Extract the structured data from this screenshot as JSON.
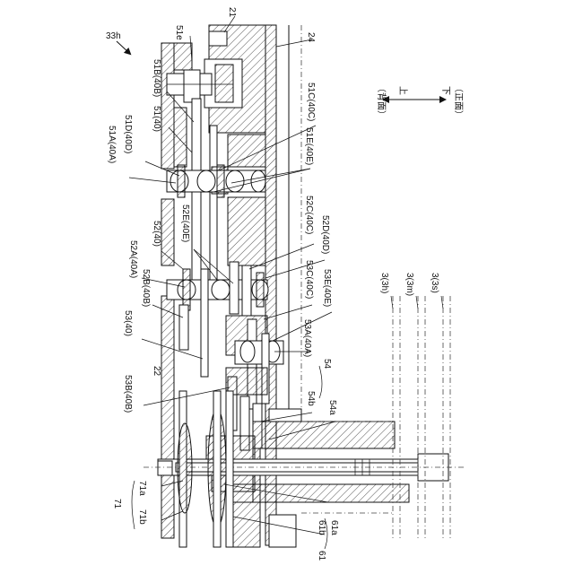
{
  "figure_id": "33h",
  "orientation": {
    "back_paren_open": "（",
    "back_label": "背面",
    "back_paren_close": "）",
    "up": "上",
    "down": "下",
    "front_paren_open": "（",
    "front_label": "正面",
    "front_paren_close": "）"
  },
  "labels": {
    "l51e": "51e",
    "l21": "21",
    "l24": "24",
    "l51B": "51B(40B)",
    "l51C": "51C(40C)",
    "l51": "51(40)",
    "l51D": "51D(40D)",
    "l51A": "51A(40A)",
    "l51E": "51E(40E)",
    "l52E": "52E(40E)",
    "l52": "52(40)",
    "l52C": "52C(40C)",
    "l52D": "52D(40D)",
    "l52A": "52A(40A)",
    "l52B": "52B(40B)",
    "l53C": "53C(40C)",
    "l53E": "53E(40E)",
    "l53": "53(40)",
    "l53A": "53A(40A)",
    "l54": "54",
    "l22": "22",
    "l53B": "53B(40B)",
    "l54b": "54b",
    "l54a": "54a",
    "l3h": "3(3h)",
    "l3m": "3(3m)",
    "l3s": "3(3s)",
    "l71": "71",
    "l71a": "71a",
    "l71b": "71b",
    "l61": "61",
    "l61a": "61a",
    "l61b": "61b"
  }
}
